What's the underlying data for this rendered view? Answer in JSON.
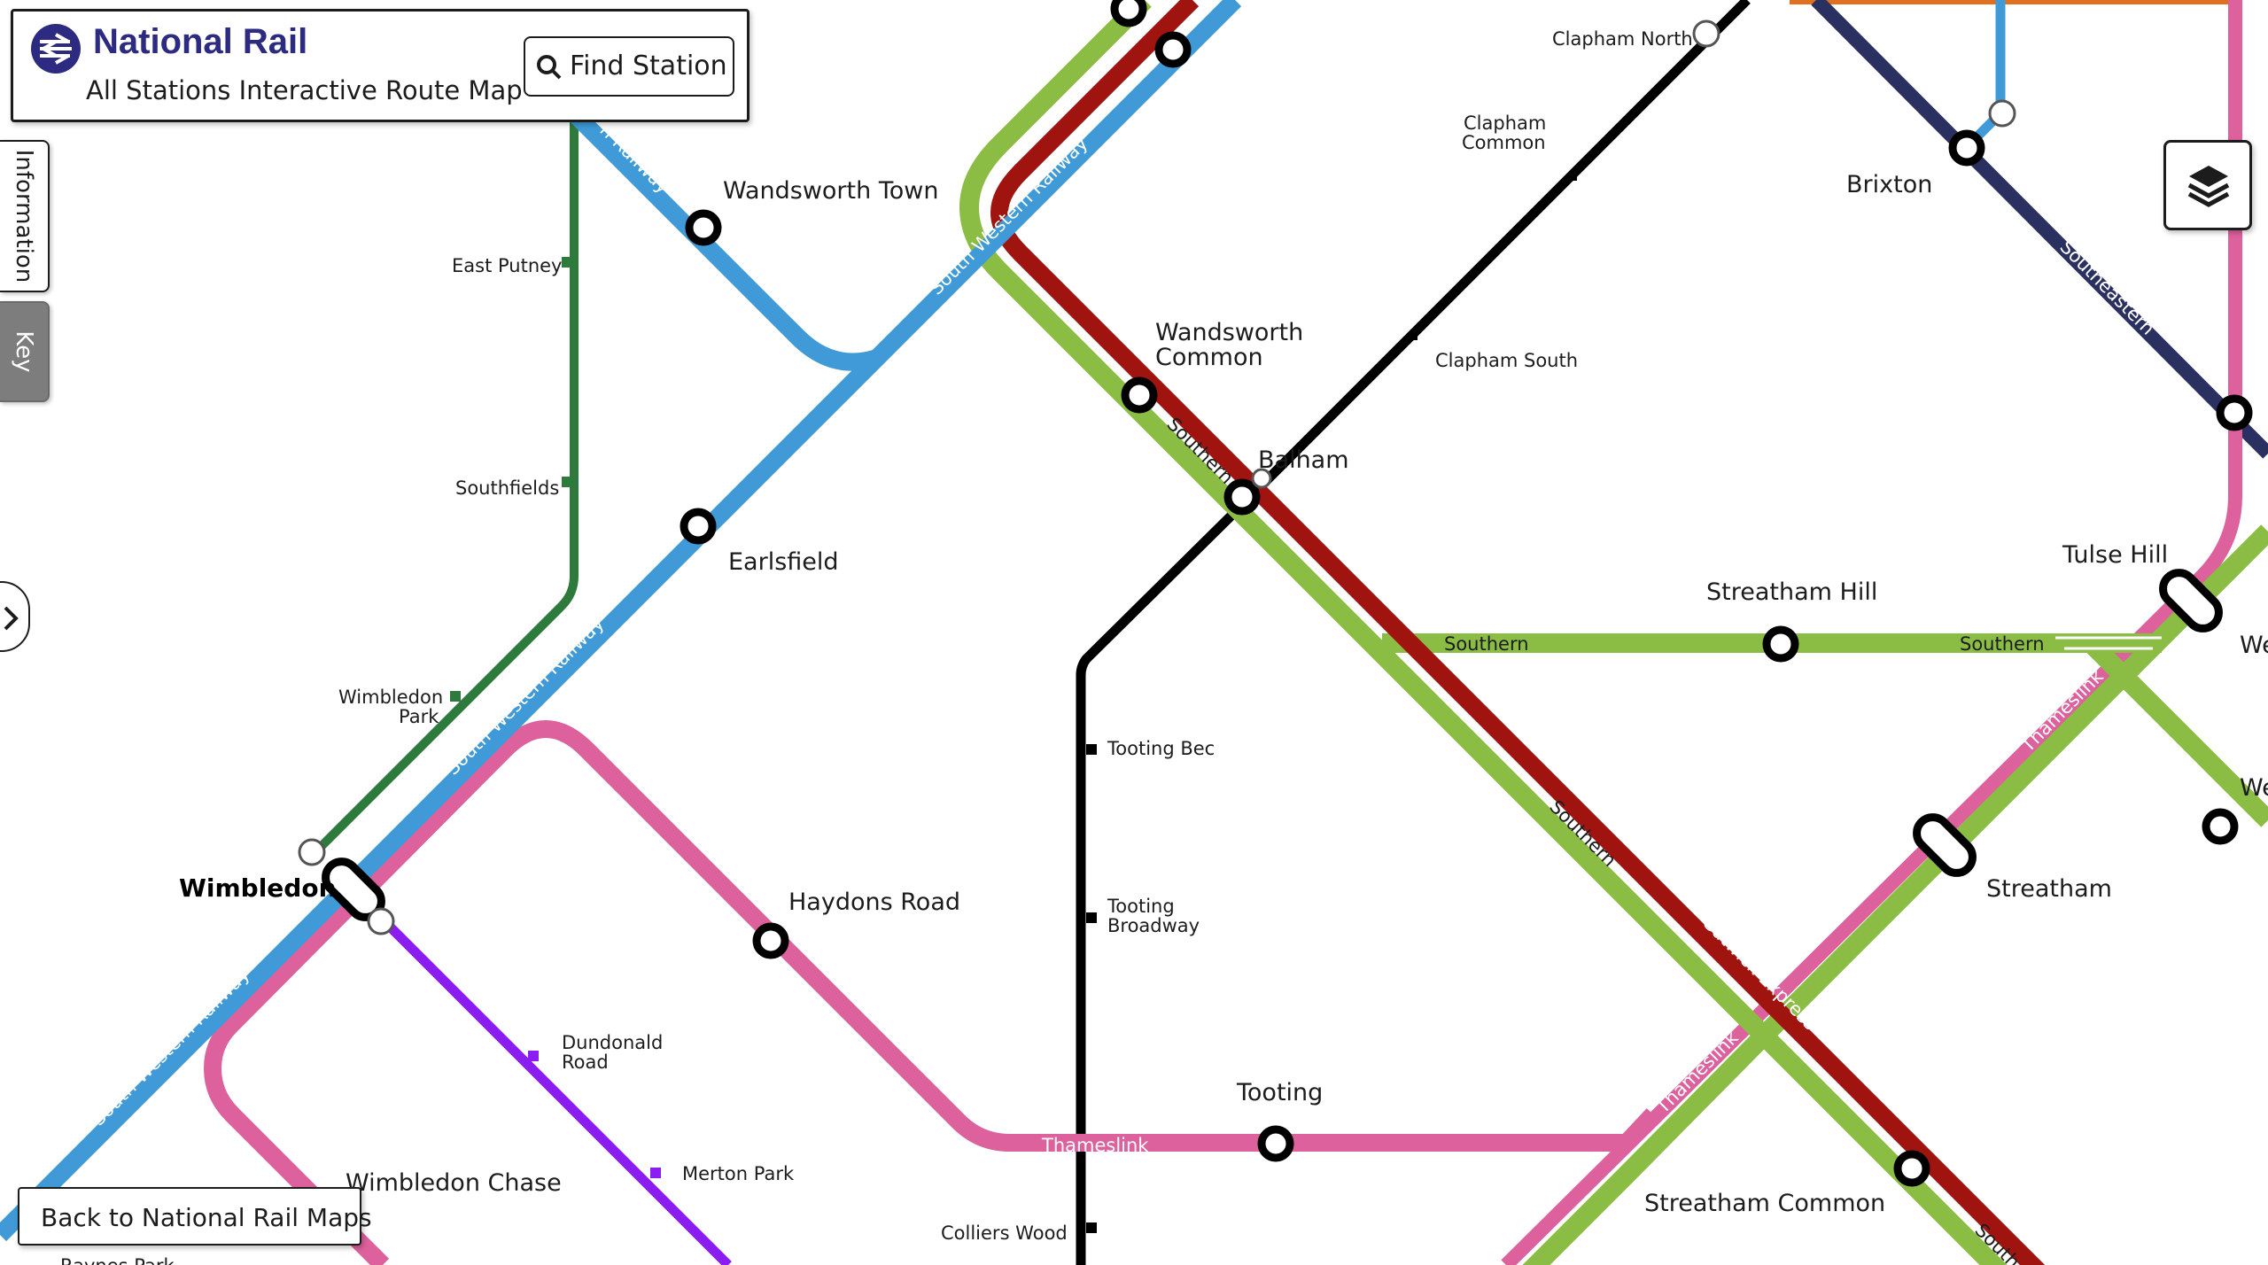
{
  "header": {
    "brand": "National Rail",
    "subtitle": "All Stations Interactive Route Map",
    "find_station": "Find Station"
  },
  "side_tabs": {
    "information": "Information",
    "key": "Key"
  },
  "back_button": "Back to National Rail Maps",
  "colors": {
    "south_western_railway": "#3f9ad7",
    "southern": "#8bbd45",
    "gatwick_express": "#a0140f",
    "thameslink": "#dd619c",
    "southeastern": "#2a3060",
    "district": "#2e7a3c",
    "northern": "#000000",
    "tram": "#8b1cf2",
    "overground": "#e07020",
    "brand": "#2d2a82"
  },
  "line_labels": {
    "south_western_railway": "South Western Railway",
    "south_western_railway_partial": "n Railway",
    "southern": "Southern",
    "gatwick_express": "Gatwick Express",
    "thameslink": "Thameslink",
    "southeastern": "Southeastern",
    "southern_partial": "South"
  },
  "stations": {
    "wandsworth_town": "Wandsworth Town",
    "east_putney": "East Putney",
    "southfields": "Southfields",
    "earlsfield": "Earlsfield",
    "wimbledon_park": [
      "Wimbledon",
      "Park"
    ],
    "wimbledon": "Wimbledon",
    "haydons_road": "Haydons Road",
    "dundonald_road": [
      "Dundonald",
      "Road"
    ],
    "merton_park": "Merton Park",
    "wimbledon_chase": "Wimbledon Chase",
    "colliers_wood": "Colliers Wood",
    "tooting": "Tooting",
    "tooting_bec": "Tooting Bec",
    "tooting_broadway": [
      "Tooting",
      "Broadway"
    ],
    "wandsworth_common": [
      "Wandsworth",
      "Common"
    ],
    "balham": "Balham",
    "clapham_north": "Clapham North",
    "clapham_common": [
      "Clapham",
      "Common"
    ],
    "clapham_south": "Clapham South",
    "brixton": "Brixton",
    "streatham_hill": "Streatham Hill",
    "tulse_hill": "Tulse Hill",
    "streatham": "Streatham",
    "streatham_common": "Streatham Common",
    "west_partial_1": "We",
    "west_partial_2": "We",
    "raynes_park_partial": "Raynes Park"
  }
}
